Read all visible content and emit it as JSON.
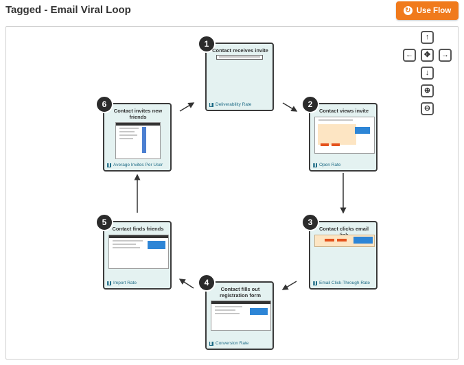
{
  "title": "Tagged - Email Viral Loop",
  "use_flow_label": "Use Flow",
  "steps": [
    {
      "number": "1",
      "title": "Contact receives invite",
      "metric": "Deliverability Rate"
    },
    {
      "number": "2",
      "title": "Contact views invite",
      "metric": "Open Rate"
    },
    {
      "number": "3",
      "title": "Contact clicks email link",
      "metric": "Email Click-Through Rate"
    },
    {
      "number": "4",
      "title": "Contact fills out registration form",
      "metric": "Conversion Rate"
    },
    {
      "number": "5",
      "title": "Contact finds friends",
      "metric": "Import Rate"
    },
    {
      "number": "6",
      "title": "Contact invites new friends",
      "metric": "Average Invites Per User"
    }
  ],
  "nav_icons": [
    "arrow-up-icon",
    "arrow-left-icon",
    "move-center-icon",
    "arrow-right-icon",
    "arrow-down-icon",
    "zoom-in-icon",
    "zoom-out-icon"
  ],
  "colors": {
    "accent": "#f07a1c",
    "card_bg": "#e4f2f1",
    "card_border": "#3a3a3a",
    "metric_text": "#1e6b85"
  }
}
